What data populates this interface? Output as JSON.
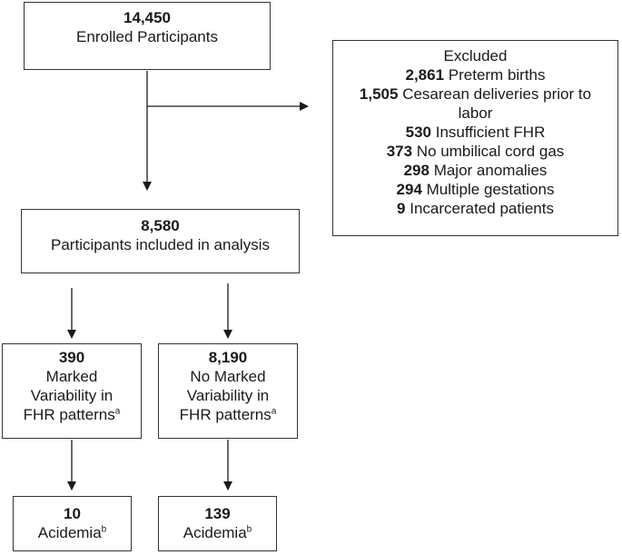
{
  "enrolled": {
    "count": "14,450",
    "label": "Enrolled Participants"
  },
  "excluded": {
    "title": "Excluded",
    "items": [
      {
        "count": "2,861",
        "label": "Preterm births"
      },
      {
        "count": "1,505",
        "label": "Cesarean deliveries prior to",
        "label2": "labor"
      },
      {
        "count": "530",
        "label": "Insufficient FHR"
      },
      {
        "count": "373",
        "label": "No umbilical cord gas"
      },
      {
        "count": "298",
        "label": "Major anomalies"
      },
      {
        "count": "294",
        "label": "Multiple gestations"
      },
      {
        "count": "9",
        "label": "Incarcerated patients"
      }
    ]
  },
  "included": {
    "count": "8,580",
    "label": "Participants included in analysis"
  },
  "marked": {
    "count": "390",
    "line1": "Marked",
    "line2": "Variability in",
    "line3": "FHR patterns",
    "sup": "a"
  },
  "no_marked": {
    "count": "8,190",
    "line1": "No Marked",
    "line2": "Variability in",
    "line3": "FHR patterns",
    "sup": "a"
  },
  "acidemia_marked": {
    "count": "10",
    "label": "Acidemia",
    "sup": "b"
  },
  "acidemia_no_marked": {
    "count": "139",
    "label": "Acidemia",
    "sup": "b"
  }
}
